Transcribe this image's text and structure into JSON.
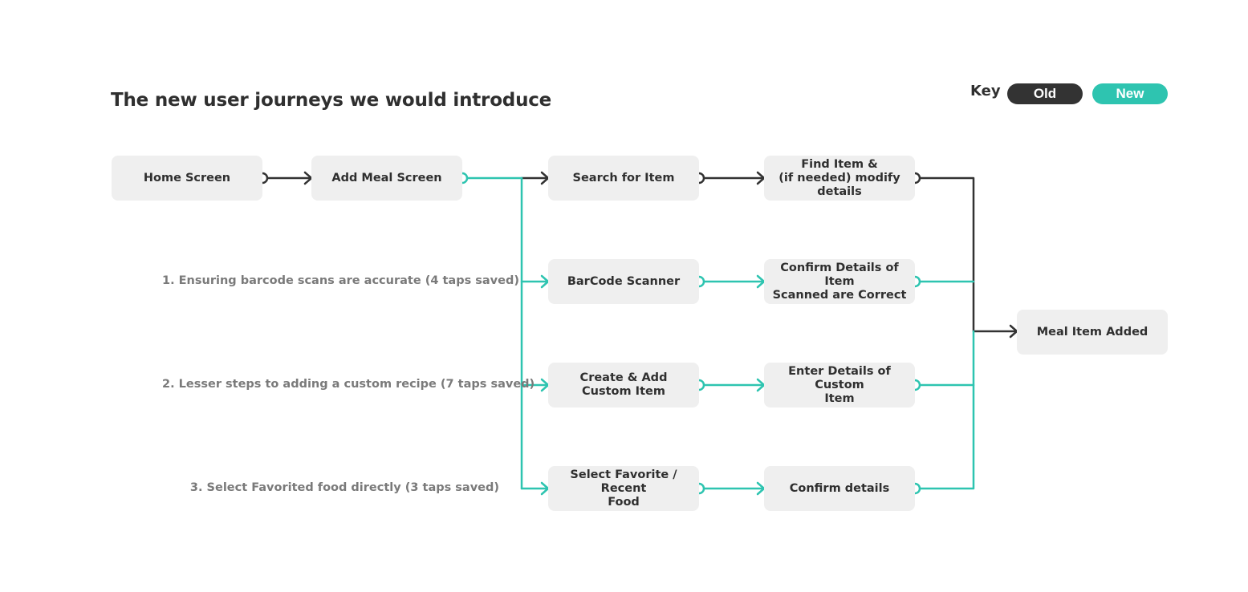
{
  "title": "The new user journeys we would introduce",
  "key": {
    "label": "Key",
    "old_label": "Old",
    "new_label": "New",
    "old_color": "#333333",
    "new_color": "#2ec4b0"
  },
  "nodes": {
    "home": "Home Screen",
    "add_meal": "Add Meal Screen",
    "search": "Search for Item",
    "find": "Find Item &\n(if needed) modify details",
    "barcode": "BarCode Scanner",
    "confirm_scan": "Confirm Details of Item\nScanned are Correct",
    "create_custom": "Create & Add\nCustom Item",
    "enter_custom": "Enter Details of Custom\nItem",
    "select_fav": "Select Favorite / Recent\nFood",
    "confirm_details": "Confirm details",
    "meal_added": "Meal Item Added"
  },
  "notes": {
    "barcode": "1. Ensuring barcode scans are accurate (4 taps saved)",
    "custom": "2. Lesser steps to adding a custom recipe (7 taps saved)",
    "favorite": "3. Select Favorited food directly (3 taps saved)"
  }
}
